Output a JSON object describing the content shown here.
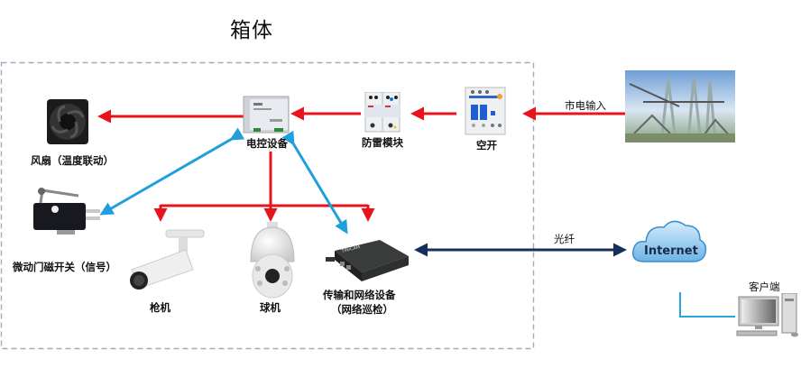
{
  "title": "箱体",
  "nodes": {
    "fan": {
      "label": "风扇（温度联动）",
      "icon": "fan-icon"
    },
    "controller": {
      "label": "电控设备",
      "icon": "power-supply-icon"
    },
    "surge": {
      "label": "防雷模块",
      "icon": "surge-protector-icon"
    },
    "breaker": {
      "label": "空开",
      "icon": "circuit-breaker-icon"
    },
    "mains": {
      "label": "市电输入",
      "icon": "substation-photo"
    },
    "door_switch": {
      "label": "微动门磁开关（信号）",
      "icon": "micro-switch-icon"
    },
    "bullet_cam": {
      "label": "枪机",
      "icon": "bullet-camera-icon"
    },
    "dome_cam": {
      "label": "球机",
      "icon": "dome-camera-icon"
    },
    "network": {
      "label_line1": "传输和网络设备",
      "label_line2": "（网络巡检）",
      "icon": "media-converter-icon",
      "brand": "TINICAM"
    },
    "fiber": {
      "label": "光纤"
    },
    "internet": {
      "label": "Internet",
      "icon": "cloud-icon"
    },
    "client": {
      "label": "客户端",
      "icon": "desktop-computer-icon"
    }
  },
  "colors": {
    "power": "#e8141b",
    "signal": "#1fa0dc",
    "fiber": "#13305a",
    "client_link": "#2aa5df",
    "box_border": "#a9a9bd"
  }
}
